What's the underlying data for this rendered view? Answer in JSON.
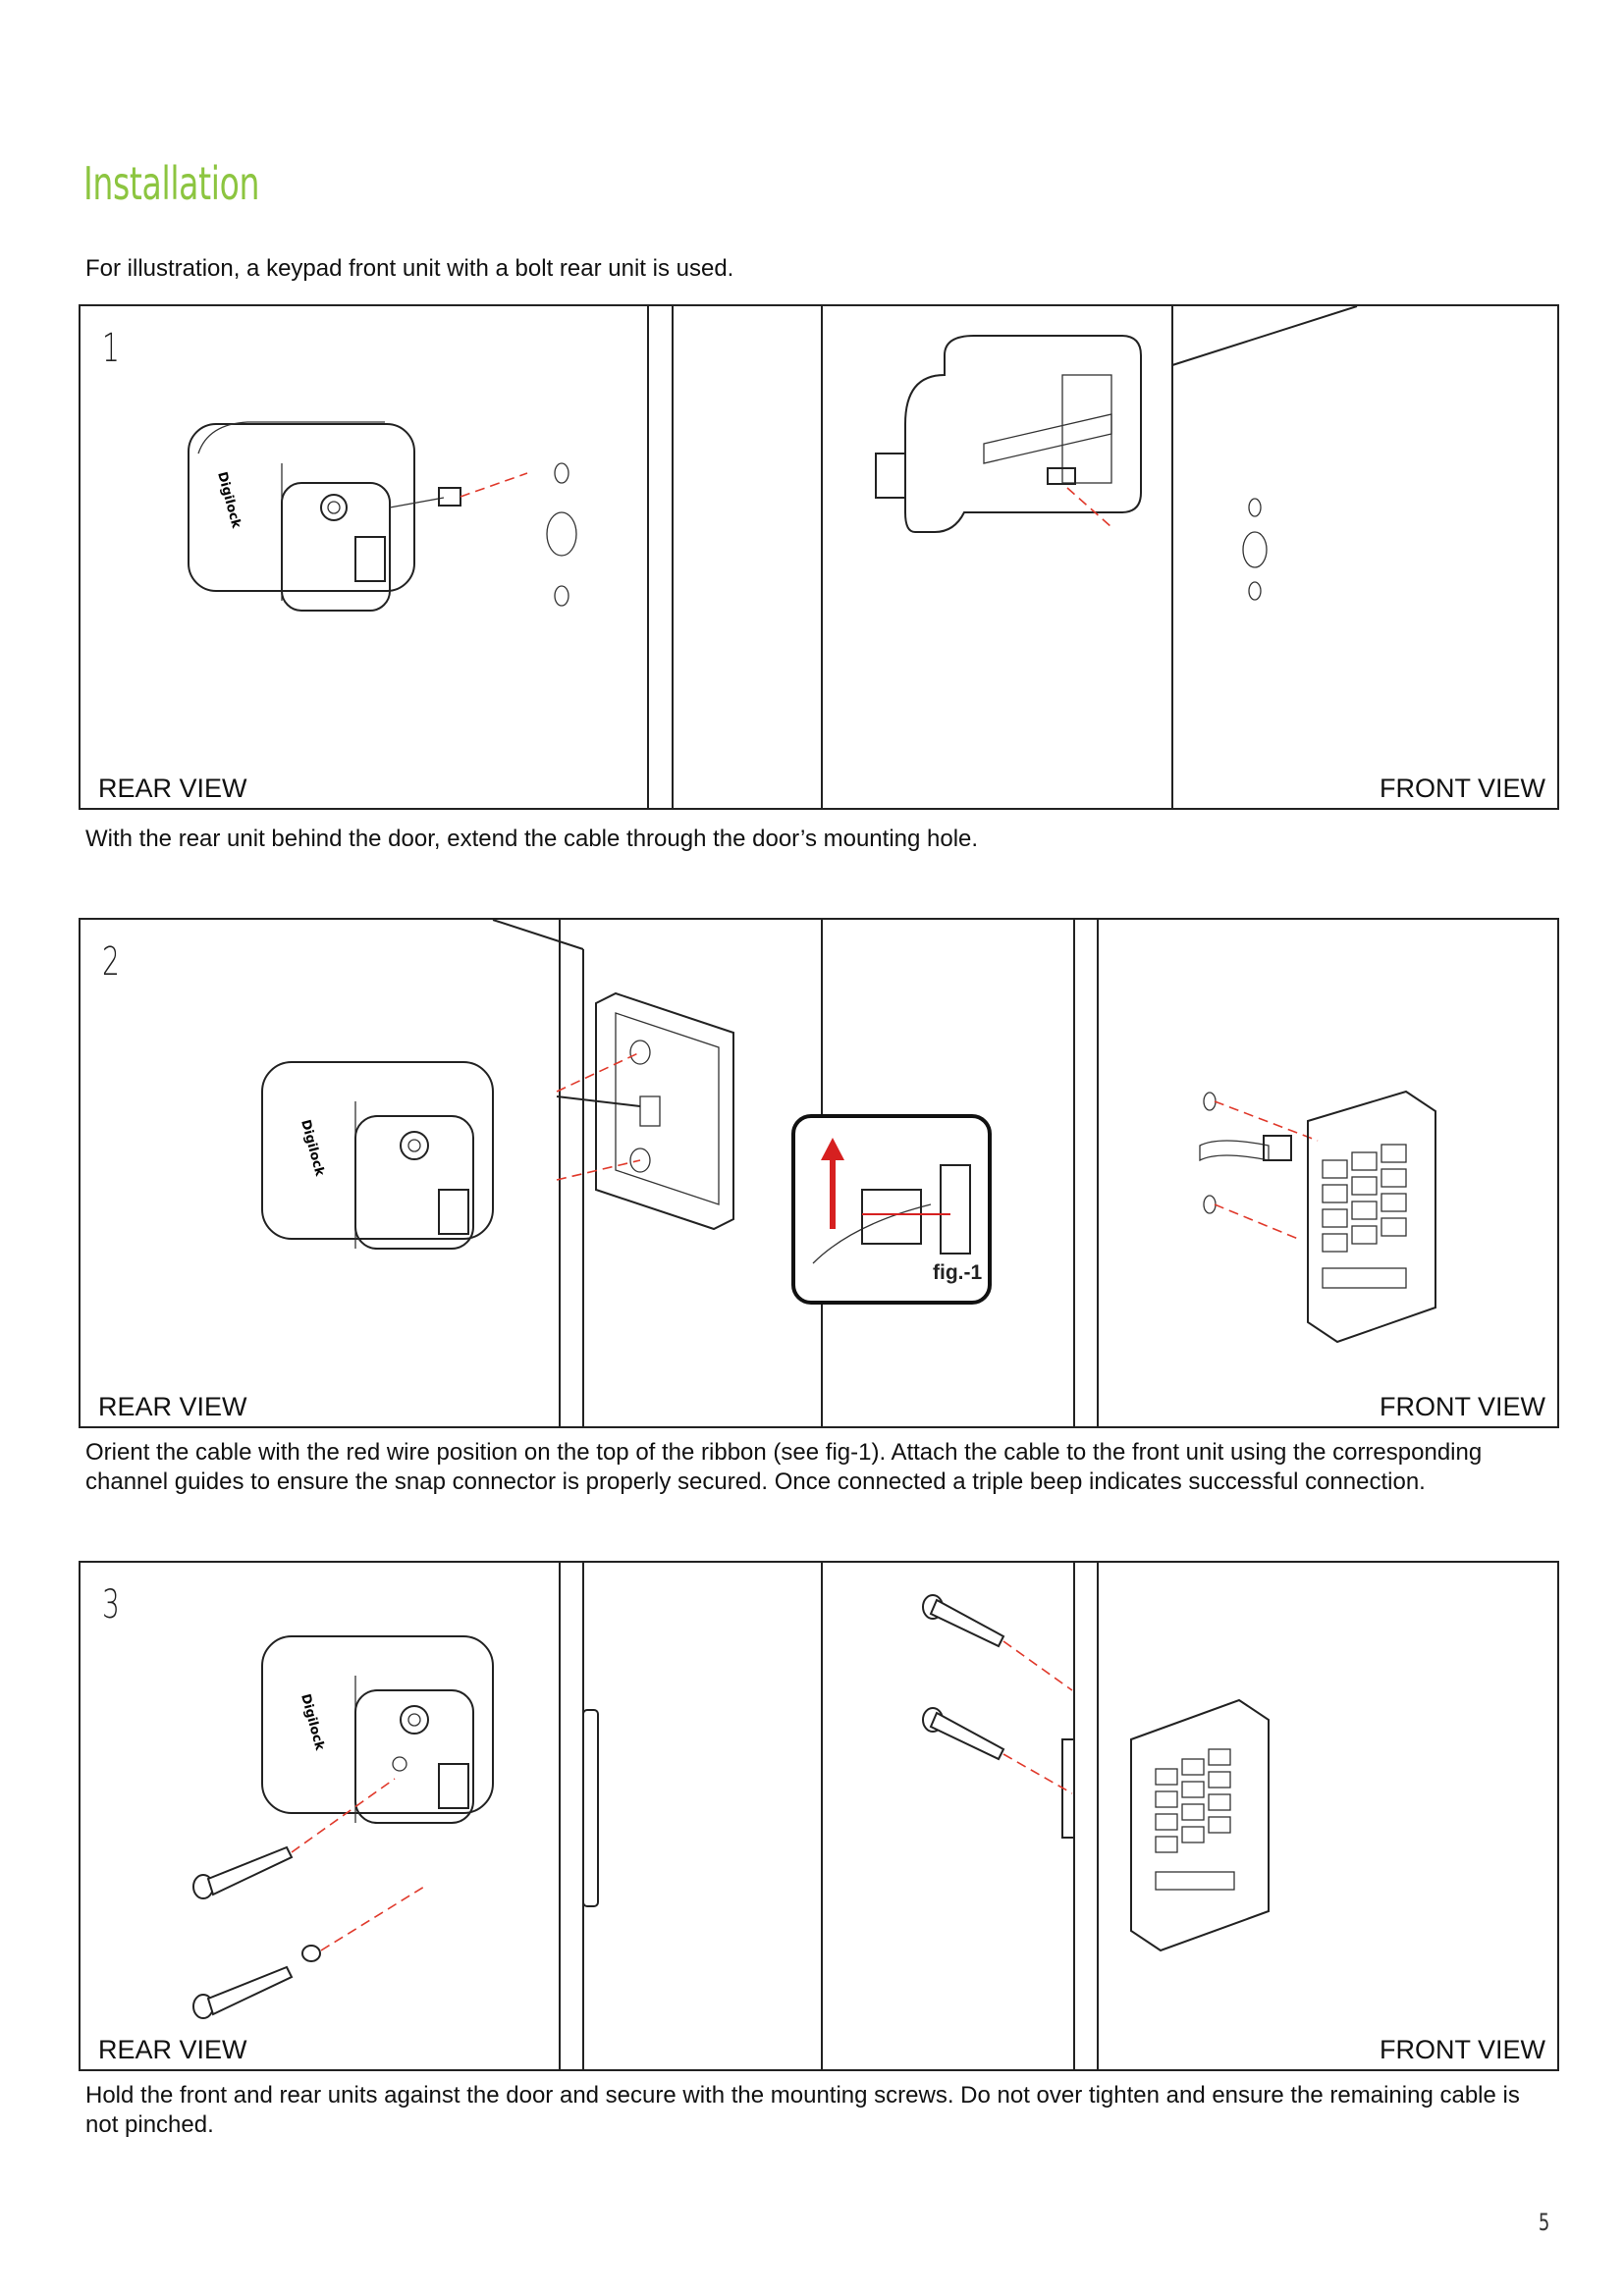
{
  "title": "Installation",
  "intro": "For illustration, a keypad front unit with a bolt rear unit is used.",
  "steps": [
    {
      "number": "1",
      "rear_label": "REAR VIEW",
      "front_label": "FRONT VIEW",
      "caption": "With the rear unit behind the door, extend the cable through the door’s mounting hole."
    },
    {
      "number": "2",
      "rear_label": "REAR VIEW",
      "front_label": "FRONT VIEW",
      "figure_label": "fig.-1",
      "caption": "Orient the cable with the red wire position on the top of the ribbon (see fig-1).  Attach the cable to the front unit using the corresponding channel guides to ensure the snap connector is properly secured.  Once connected a triple beep indicates successful connection."
    },
    {
      "number": "3",
      "rear_label": "REAR VIEW",
      "front_label": "FRONT VIEW",
      "caption": "Hold the front and rear units against the door and secure with the mounting screws. Do not over tighten and ensure the remaining cable is not pinched."
    }
  ],
  "device_brand": "Digilock",
  "page_number": "5",
  "colors": {
    "title": "#8cc540",
    "guide_line": "#e0392b",
    "frame": "#222222"
  }
}
